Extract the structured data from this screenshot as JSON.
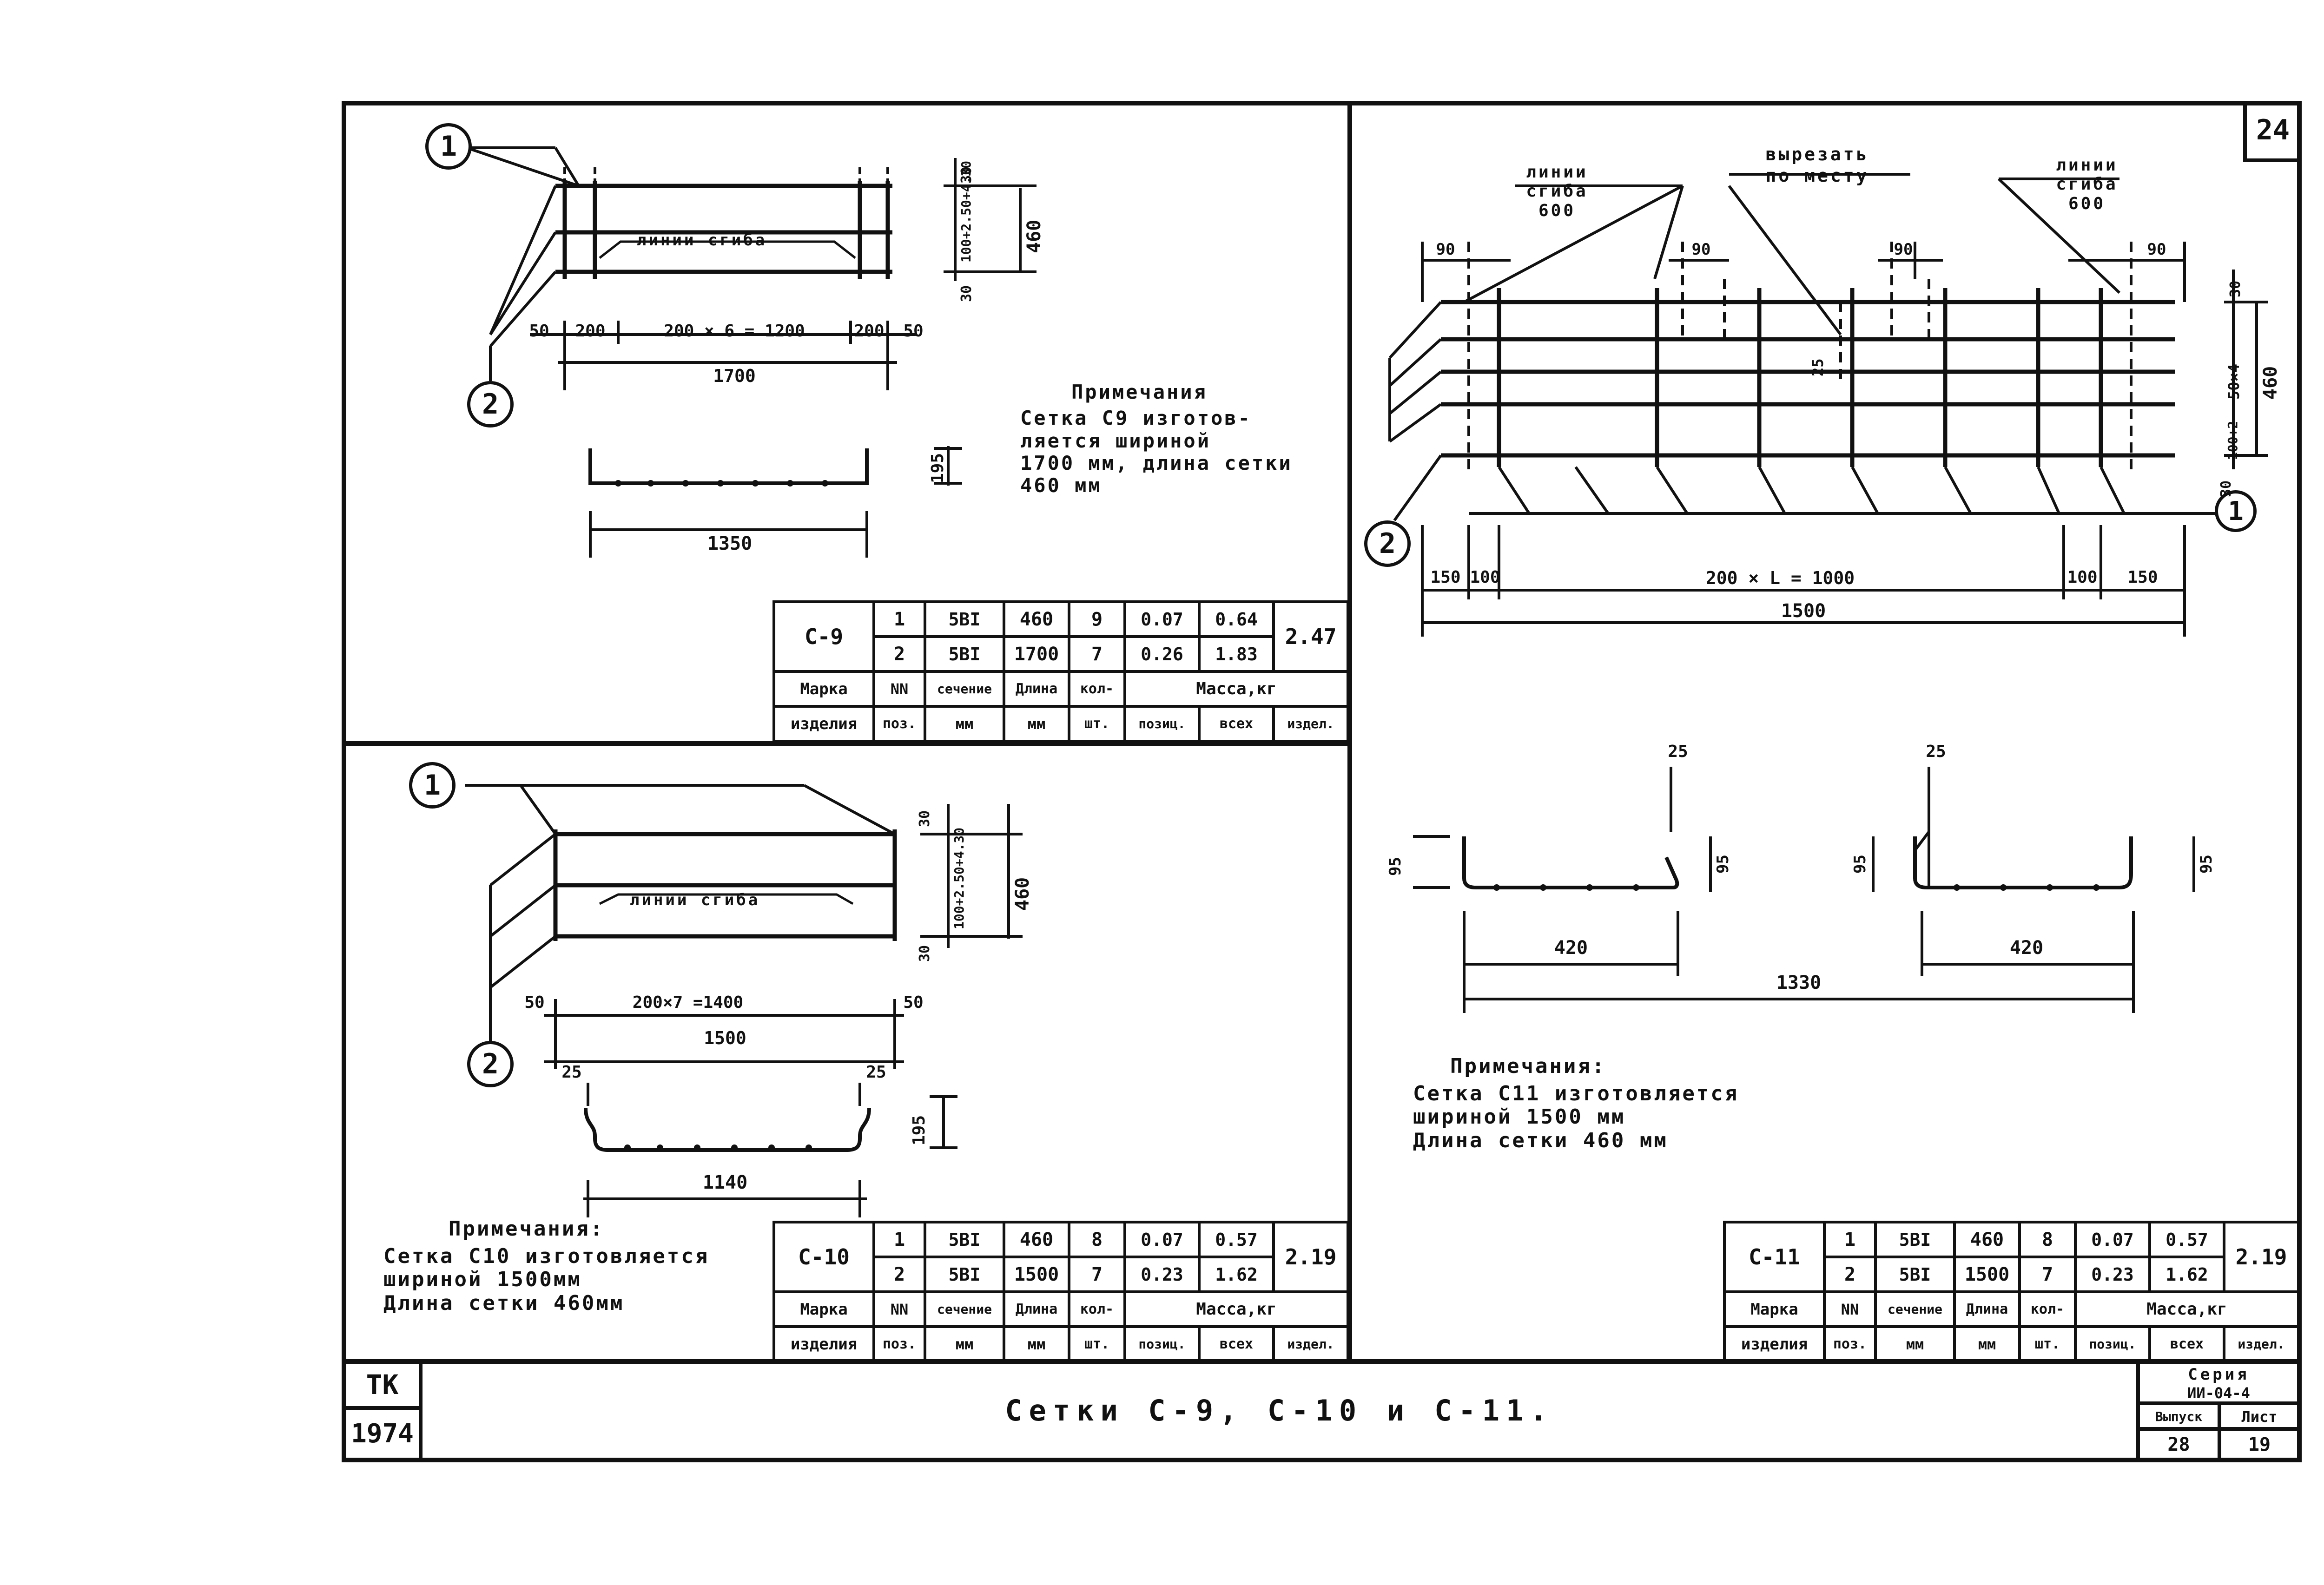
{
  "sheet_number": "24",
  "title_block": {
    "org": "ТК",
    "year": "1974",
    "title": "Сетки С-9, С-10 и С-11.",
    "series_label": "Серия",
    "series_value": "ИИ-04-4",
    "issue_label": "Выпуск",
    "issue_value": "28",
    "list_label": "Лист",
    "list_value": "19"
  },
  "c9": {
    "pos1": "1",
    "pos2": "2",
    "bend_line": "линии сгиба",
    "dims_top": {
      "d50l": "50",
      "d200l": "200",
      "mid": "200 × 6 = 1200",
      "d200r": "200",
      "d50r": "50",
      "total": "1700"
    },
    "dims_side": {
      "a": "30",
      "b": "100+2.50+4.30",
      "c": "30",
      "total": "460"
    },
    "profile_height": "195",
    "profile_width": "1350",
    "note_title": "Примечания",
    "note_lines": [
      "Сетка С9 изготов-",
      "ляется шириной",
      "1700 мм, длина сетки",
      "460 мм"
    ]
  },
  "c10": {
    "pos1": "1",
    "pos2": "2",
    "bend_line": "линии сгиба",
    "dims_top": {
      "d50l": "50",
      "mid": "200×7 =1400",
      "d50r": "50",
      "total": "1500"
    },
    "dims_side": {
      "a": "30",
      "b": "100+2.50+4.30",
      "c": "30",
      "total": "460"
    },
    "profile_lip_l": "25",
    "profile_lip_r": "25",
    "profile_height": "195",
    "profile_width": "1140",
    "note_title": "Примечания:",
    "note_lines": [
      "Сетка С10 изготовляется",
      "шириной 1500мм",
      "Длина сетки 460мм"
    ]
  },
  "c11": {
    "pos1": "1",
    "pos2": "2",
    "bend_left_label": [
      "линии",
      "сгиба",
      "600"
    ],
    "cut_label": [
      "вырезать",
      "по месту"
    ],
    "bend_right_label": [
      "линии",
      "сгиба",
      "600"
    ],
    "dims_top": {
      "d90a": "90",
      "d90b": "90",
      "d90c": "90",
      "d90d": "90"
    },
    "dim_25": "25",
    "dims_bottom": {
      "d150l": "150",
      "d100l": "100",
      "mid": "200 × L = 1000",
      "d100r": "100",
      "d150r": "150",
      "total": "1500"
    },
    "dims_side": {
      "a": "30",
      "b": "50×4",
      "c": "100+2",
      "d": "30",
      "total": "460"
    },
    "profile": {
      "lip_a": "25",
      "lip_b": "25",
      "h1": "95",
      "h2": "95",
      "h3": "95",
      "h4": "95",
      "w_left": "420",
      "w_right": "420",
      "w_total": "1330"
    },
    "note_title": "Примечания:",
    "note_lines": [
      "Сетка С11 изготовляется",
      "шириной 1500 мм",
      "Длина сетки 460 мм"
    ]
  },
  "spec_headers": {
    "mark": [
      "Марка",
      "изделия"
    ],
    "pos": [
      "NN",
      "поз."
    ],
    "section": [
      "сечение",
      "мм"
    ],
    "length": [
      "Длина",
      "мм"
    ],
    "qty": [
      "кол-",
      "шт."
    ],
    "mass": "Масса,кг",
    "mass_pos": "позиц.",
    "mass_all": "всех",
    "mass_item": "издел."
  },
  "spec_c9": {
    "mark": "С-9",
    "total": "2.47",
    "rows": [
      {
        "pos": "1",
        "section": "5ВI",
        "length": "460",
        "qty": "9",
        "m_pos": "0.07",
        "m_all": "0.64"
      },
      {
        "pos": "2",
        "section": "5ВI",
        "length": "1700",
        "qty": "7",
        "m_pos": "0.26",
        "m_all": "1.83"
      }
    ]
  },
  "spec_c10": {
    "mark": "С-10",
    "total": "2.19",
    "rows": [
      {
        "pos": "1",
        "section": "5ВI",
        "length": "460",
        "qty": "8",
        "m_pos": "0.07",
        "m_all": "0.57"
      },
      {
        "pos": "2",
        "section": "5ВI",
        "length": "1500",
        "qty": "7",
        "m_pos": "0.23",
        "m_all": "1.62"
      }
    ]
  },
  "spec_c11": {
    "mark": "С-11",
    "total": "2.19",
    "rows": [
      {
        "pos": "1",
        "section": "5ВI",
        "length": "460",
        "qty": "8",
        "m_pos": "0.07",
        "m_all": "0.57"
      },
      {
        "pos": "2",
        "section": "5ВI",
        "length": "1500",
        "qty": "7",
        "m_pos": "0.23",
        "m_all": "1.62"
      }
    ]
  }
}
